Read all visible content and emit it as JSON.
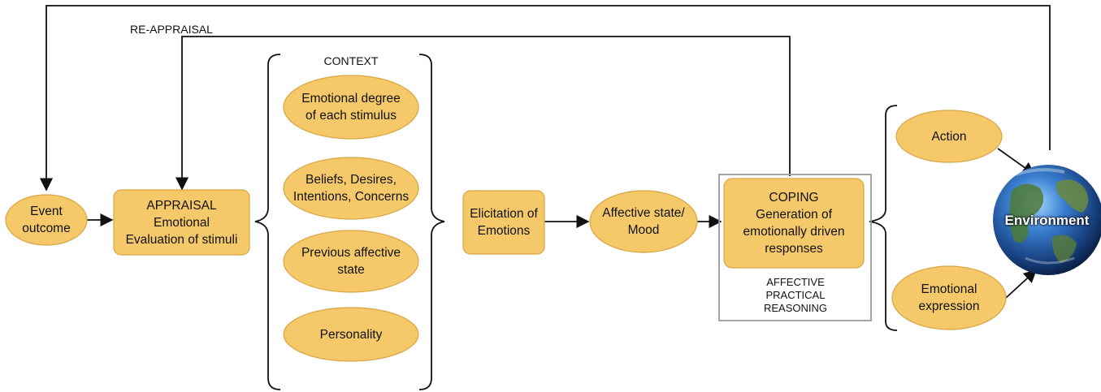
{
  "labels": {
    "reappraisal": "RE-APPRAISAL",
    "context": "CONTEXT",
    "event_outcome": "Event\noutcome",
    "appraisal": "APPRAISAL\nEmotional\nEvaluation of stimuli",
    "emotional_degree": "Emotional degree\nof each stimulus",
    "bdi": "Beliefs, Desires,\nIntentions, Concerns",
    "previous_state": "Previous affective\nstate",
    "personality": "Personality",
    "elicitation": "Elicitation of\nEmotions",
    "affective_state": "Affective state/\nMood",
    "coping": "COPING\nGeneration of\nemotionally driven\nresponses",
    "apr": "AFFECTIVE\nPRACTICAL\nREASONING",
    "action": "Action",
    "emotional_expression": "Emotional\nexpression",
    "environment": "Environment"
  },
  "colors": {
    "node_fill": "#f5c96a",
    "node_stroke": "#d9a441",
    "line": "#111111",
    "frame": "#9a9a9a"
  }
}
